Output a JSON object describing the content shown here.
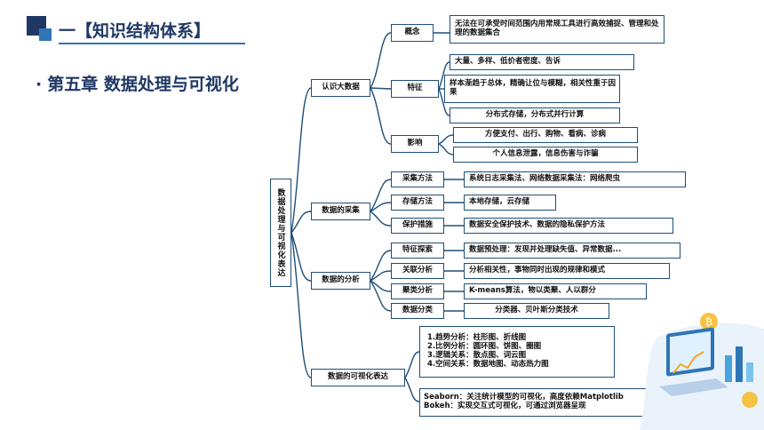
{
  "header": {
    "title": "一【知识结构体系】"
  },
  "chapter": {
    "bullet": "·",
    "title": "第五章 数据处理与可视化"
  },
  "mindmap": {
    "root": "数据处理与可视化表达",
    "understanding": {
      "label": "认识大数据",
      "concept": {
        "label": "概念",
        "items": [
          "无法在可承受时间范围内用常规工具进行高效捕捉、管理和处理的数据集合"
        ]
      },
      "features": {
        "label": "特征",
        "items": [
          "大量、多样、低价者密度、告诉",
          "样本渐趋于总体，精确让位与模糊，相关性重于因果",
          "分布式存储，分布式并行计算"
        ]
      },
      "impact": {
        "label": "影响",
        "items": [
          "方便支付、出行、购物、看病、诊病",
          "个人信息泄露，信息伤害与诈骗"
        ]
      }
    },
    "collection": {
      "label": "数据的采集",
      "method": {
        "label": "采集方法",
        "item": "系统日志采集法、网络数据采集法：网络爬虫"
      },
      "storage": {
        "label": "存储方法",
        "item": "本地存储，云存储"
      },
      "protection": {
        "label": "保护措施",
        "item": "数据安全保护技术、数据的隐私保护方法"
      }
    },
    "analysis": {
      "label": "数据的分析",
      "feature_explore": {
        "label": "特征探索",
        "item": "数据预处理：发现并处理缺失值、异常数据..."
      },
      "correlation": {
        "label": "关联分析",
        "item": "分析相关性，事物同时出现的规律和模式"
      },
      "clustering": {
        "label": "聚类分析",
        "item": "K-means算法，物以类聚、人以群分"
      },
      "classification": {
        "label": "数据分类",
        "item": "分类器、贝叶斯分类技术"
      }
    },
    "visualization": {
      "label": "数据的可视化表达",
      "items": [
        "1.趋势分析：柱形图、折线图",
        "2.比例分析：圆环图、饼图、圈图",
        "3.逻辑关系：散点图、词云图",
        "4.空间关系：数据地图、动态热力图"
      ],
      "tools": [
        "Seaborn：关注统计模型的可视化，高度依赖Matplotlib",
        "Bokeh：实现交互式可视化，可通过浏览器呈现"
      ]
    }
  },
  "colors": {
    "accent": "#1f3864",
    "line": "#1f4e79",
    "box_border": "#1f4e79"
  }
}
